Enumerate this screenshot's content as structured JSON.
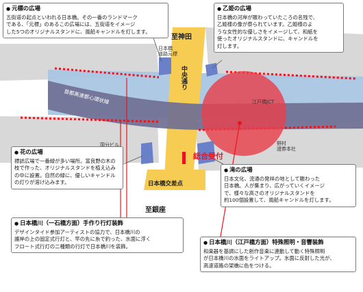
{
  "colors": {
    "road": "#f7cc52",
    "highway": "#6f6f94",
    "river": "#a9c6e3",
    "building": "#d8d8d8",
    "stand": "#6a80c8",
    "lights": "#e8141e",
    "circle_fill": "#e8414c",
    "reception": "#e8141e"
  },
  "map_labels": {
    "shikanda": "至神田",
    "ginza": "至銀座",
    "chuo_dori": "中央通り",
    "shuto": "首都高速都心環状線",
    "kosaten": "日本橋交差点",
    "uketsuke": "総合受付",
    "edobashi_jct": "江戸橋JCT",
    "kokubun": "国分ビル",
    "nomura": "野村\n證券本社",
    "michimoto": "日本橋\n道路元標"
  },
  "callouts": {
    "genpyo": {
      "title": "元標の広場",
      "body": "五街道の起点といわれる日本橋。その一番のランドマーク\nである、「元標」のあるこの広場には、五街道をイメージ\nした5つのオリジナルスタンドに、風船キャンドルを灯します。"
    },
    "otohime": {
      "title": "乙姫の広場",
      "body": "日本橋の河岸が賑わっていたころの名残で、\n乙姫様の像が祭られています。乙姫様のよ\nうな女性的な優しさをイメージして、和紙を\n使ったオリジナルスタンドに、キャンドルを\n灯します。"
    },
    "hana": {
      "title": "花の広場",
      "body": "標誌広場で一番緑が多い場所。富良野の木の\n枝で作った、オリジナルスタンドを植え込み\nの中に設置。自然の緑に、優しいキャンドル\nの灯りが溶け込みます。"
    },
    "taki": {
      "title": "滝の広場",
      "body": "日本文化、流通の発祥の地として賑わった\n日本橋。人が集まり、広がっていくイメージ\nで、様々な高さのオリジナルスタンドを\n約100個設置して、風船キャンドルを灯します。"
    },
    "ichikoku": {
      "title": "日本橋川（一石橋方面）手作り行灯装飾",
      "body": "デザインタイド参加アーティストの協力で、日本橋川の\n護岸の上の固定式行灯と、竿の先に糸で釣った、水面に浮く\nフロート式行灯の二種類の行灯で日本橋川を装飾。"
    },
    "edobashi": {
      "title": "日本橋川（江戸橋方面）特殊照明・音響装飾",
      "body": "和楽器を基調にした創作音楽に連動して動く特殊照明\nが日本橋川の水面をライトアップ。水面に反射した光が、\n高速道路の架橋に色をつける。"
    }
  }
}
